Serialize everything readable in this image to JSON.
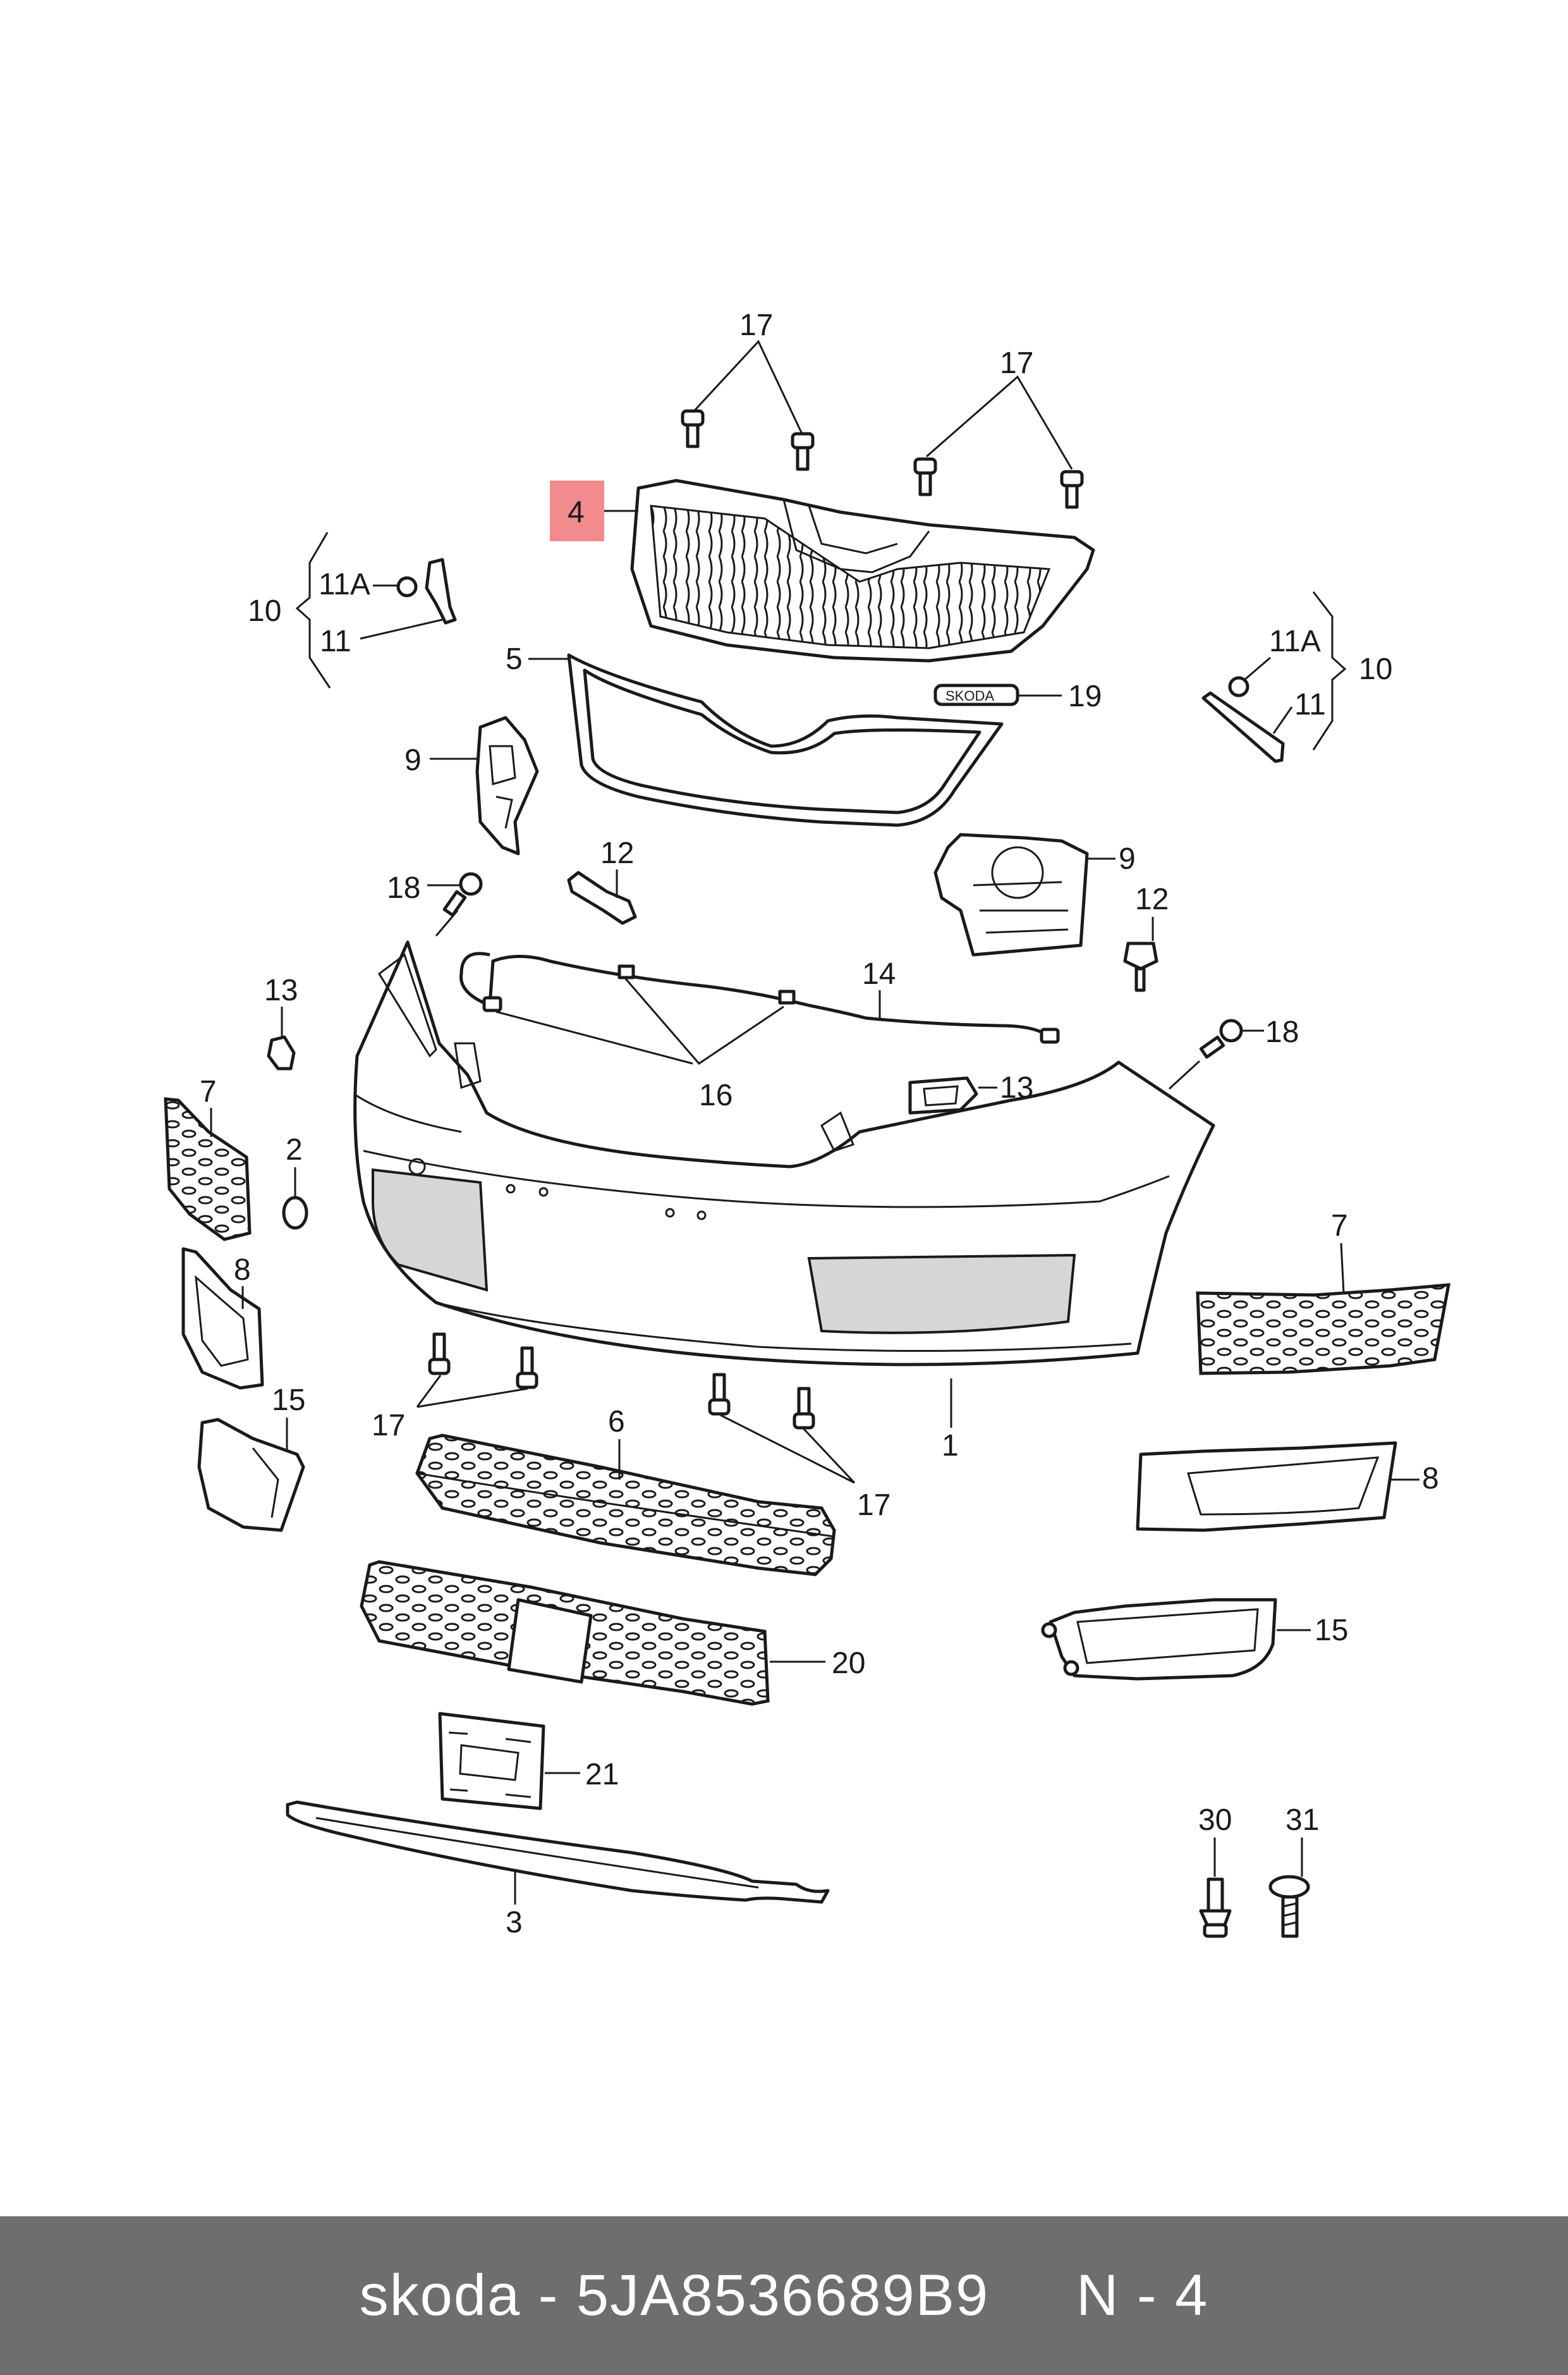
{
  "diagram": {
    "highlighted_label": "4",
    "labels": {
      "l1": "1",
      "l2": "2",
      "l3": "3",
      "l4": "4",
      "l5": "5",
      "l6": "6",
      "l7a": "7",
      "l7b": "7",
      "l8a": "8",
      "l8b": "8",
      "l9a": "9",
      "l9b": "9",
      "l10a": "10",
      "l10b": "10",
      "l11a": "11",
      "l11b": "11",
      "l11Aa": "11A",
      "l11Ab": "11A",
      "l12a": "12",
      "l12b": "12",
      "l13a": "13",
      "l13b": "13",
      "l14": "14",
      "l15a": "15",
      "l15b": "15",
      "l16": "16",
      "l17a": "17",
      "l17b": "17",
      "l17c": "17",
      "l17d": "17",
      "l18a": "18",
      "l18b": "18",
      "l19": "19",
      "l20": "20",
      "l21": "21",
      "l30": "30",
      "l31": "31"
    },
    "badge_text": "SKODA"
  },
  "footer": {
    "text": "skoda - 5JA8536689B9     N - 4"
  },
  "colors": {
    "highlight": "#f28b8e",
    "footer_background": "#6e6e6e",
    "footer_text": "#ffffff",
    "line": "#1a1a1a"
  }
}
